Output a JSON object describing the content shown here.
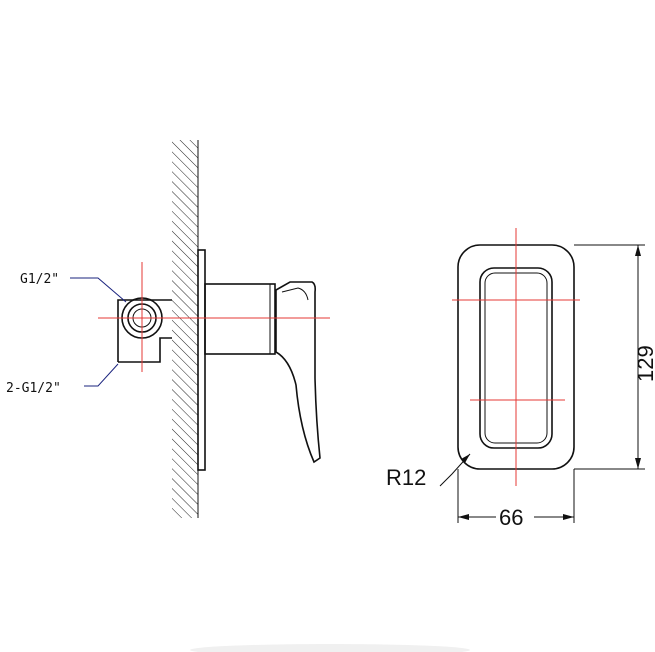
{
  "side_view": {
    "thread_label_top": "G1/2\"",
    "thread_label_bottom": "2-G1/2\""
  },
  "front_view": {
    "radius_label": "R12",
    "width_label": "66",
    "height_label": "129"
  },
  "colors": {
    "outline": "#111111",
    "centerline": "#e53935",
    "leader": "#1a237e",
    "hatch": "#222222"
  }
}
